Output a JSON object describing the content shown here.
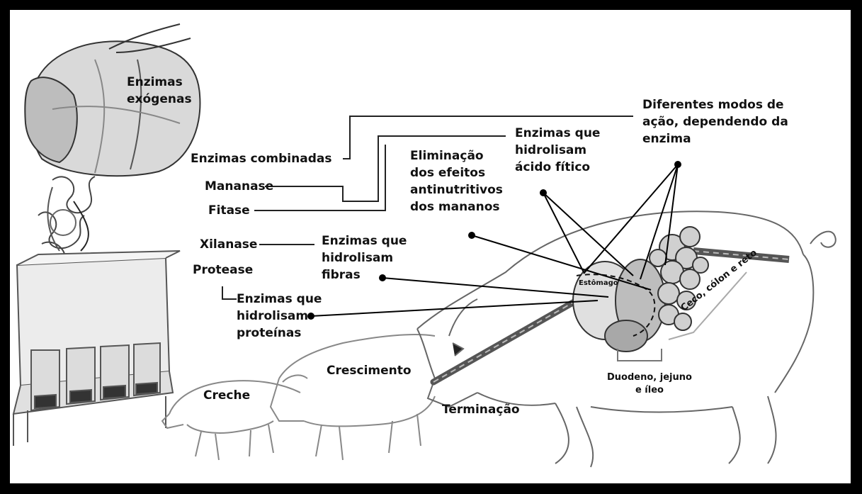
{
  "labels": {
    "enzimas_exogenas": "Enzimas exógenas",
    "enzimas_combinadas": "Enzimas combinadas",
    "mananase": "Mananase",
    "fitase": "Fitase",
    "xilanase": "Xilanase",
    "protease": "Protease",
    "eliminacao": "Eliminação dos efeitos antinutritivos dos mananos",
    "hidrolisam_acido_fitico": "Enzimas que hidrolisam ácido fítico",
    "diferentes_modos": "Diferentes modos de ação, dependendo da enzima",
    "hidrolisam_fibras": "Enzimas que hidrolisam fibras",
    "hidrolisam_proteinas": "Enzimas que hidrolisam proteínas",
    "creche": "Creche",
    "crescimento": "Crescimento",
    "terminacao": "Terminação",
    "estomago": "Estômago",
    "duodeno": "Duodeno, jejuno e íleo",
    "ceco": "Ceco, cólon e reto"
  },
  "lines": {
    "enzimas_exogenas": [
      "Enzimas",
      "exógenas"
    ],
    "eliminacao": [
      "Eliminação",
      "dos efeitos",
      "antinutritivos",
      "dos mananos"
    ],
    "hidrolisam_acido_fitico": [
      "Enzimas que",
      "hidrolisam",
      "ácido fítico"
    ],
    "diferentes_modos": [
      "Diferentes modos de",
      "ação, dependendo da",
      "enzima"
    ],
    "hidrolisam_fibras": [
      "Enzimas que",
      "hidrolisam",
      "fibras"
    ],
    "hidrolisam_proteinas": [
      "Enzimas que",
      "hidrolisam",
      "proteínas"
    ],
    "duodeno": [
      "Duodeno, jejuno",
      "e íleo"
    ]
  }
}
